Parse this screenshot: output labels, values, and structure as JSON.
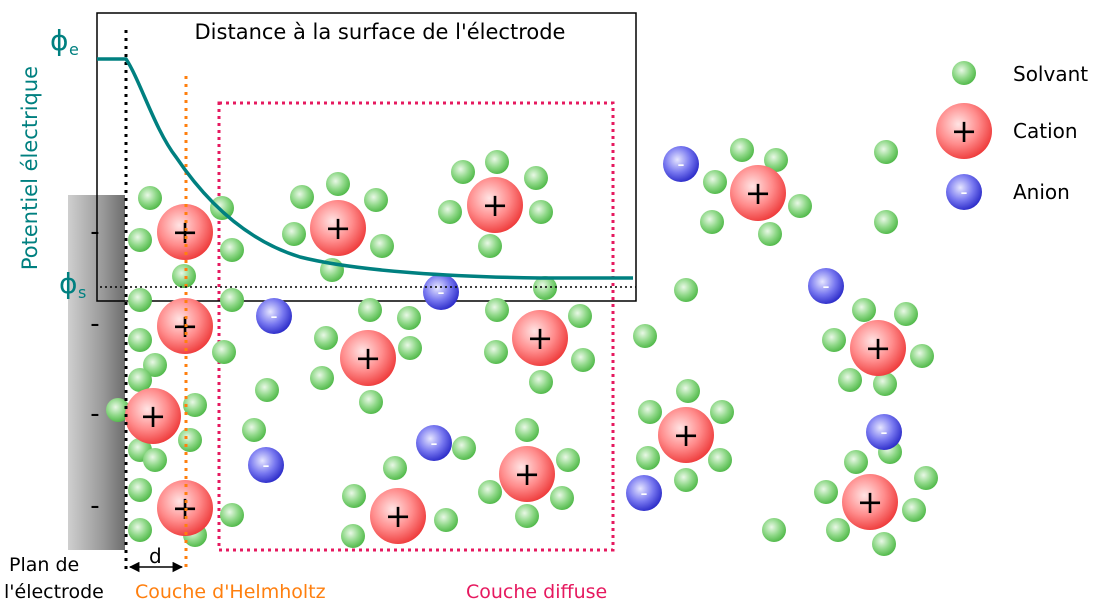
{
  "diagram": {
    "graph_title": "Distance à la surface de l'électrode",
    "y_axis_label": "Potentiel électrique",
    "phi_e": "ϕ",
    "phi_e_sub": "e",
    "phi_s": "ϕ",
    "phi_s_sub": "s",
    "electrode_plane_line1": "Plan de",
    "electrode_plane_line2": "l'électrode",
    "helmholtz_label": "Couche d'Helmholtz",
    "diffuse_label": "Couche diffuse",
    "distance_label": "d",
    "cation_symbol": "+",
    "anion_symbol": "-",
    "electrode_charge_symbol": "-"
  },
  "legend": {
    "solvent": "Solvant",
    "cation": "Cation",
    "anion": "Anion"
  },
  "colors": {
    "curve": "#008080",
    "helmholtz": "#ff7f0e",
    "diffuse": "#e6195f",
    "solvent": "#5fc85a",
    "cation": "#f03c3c",
    "anion": "#3232c8"
  }
}
